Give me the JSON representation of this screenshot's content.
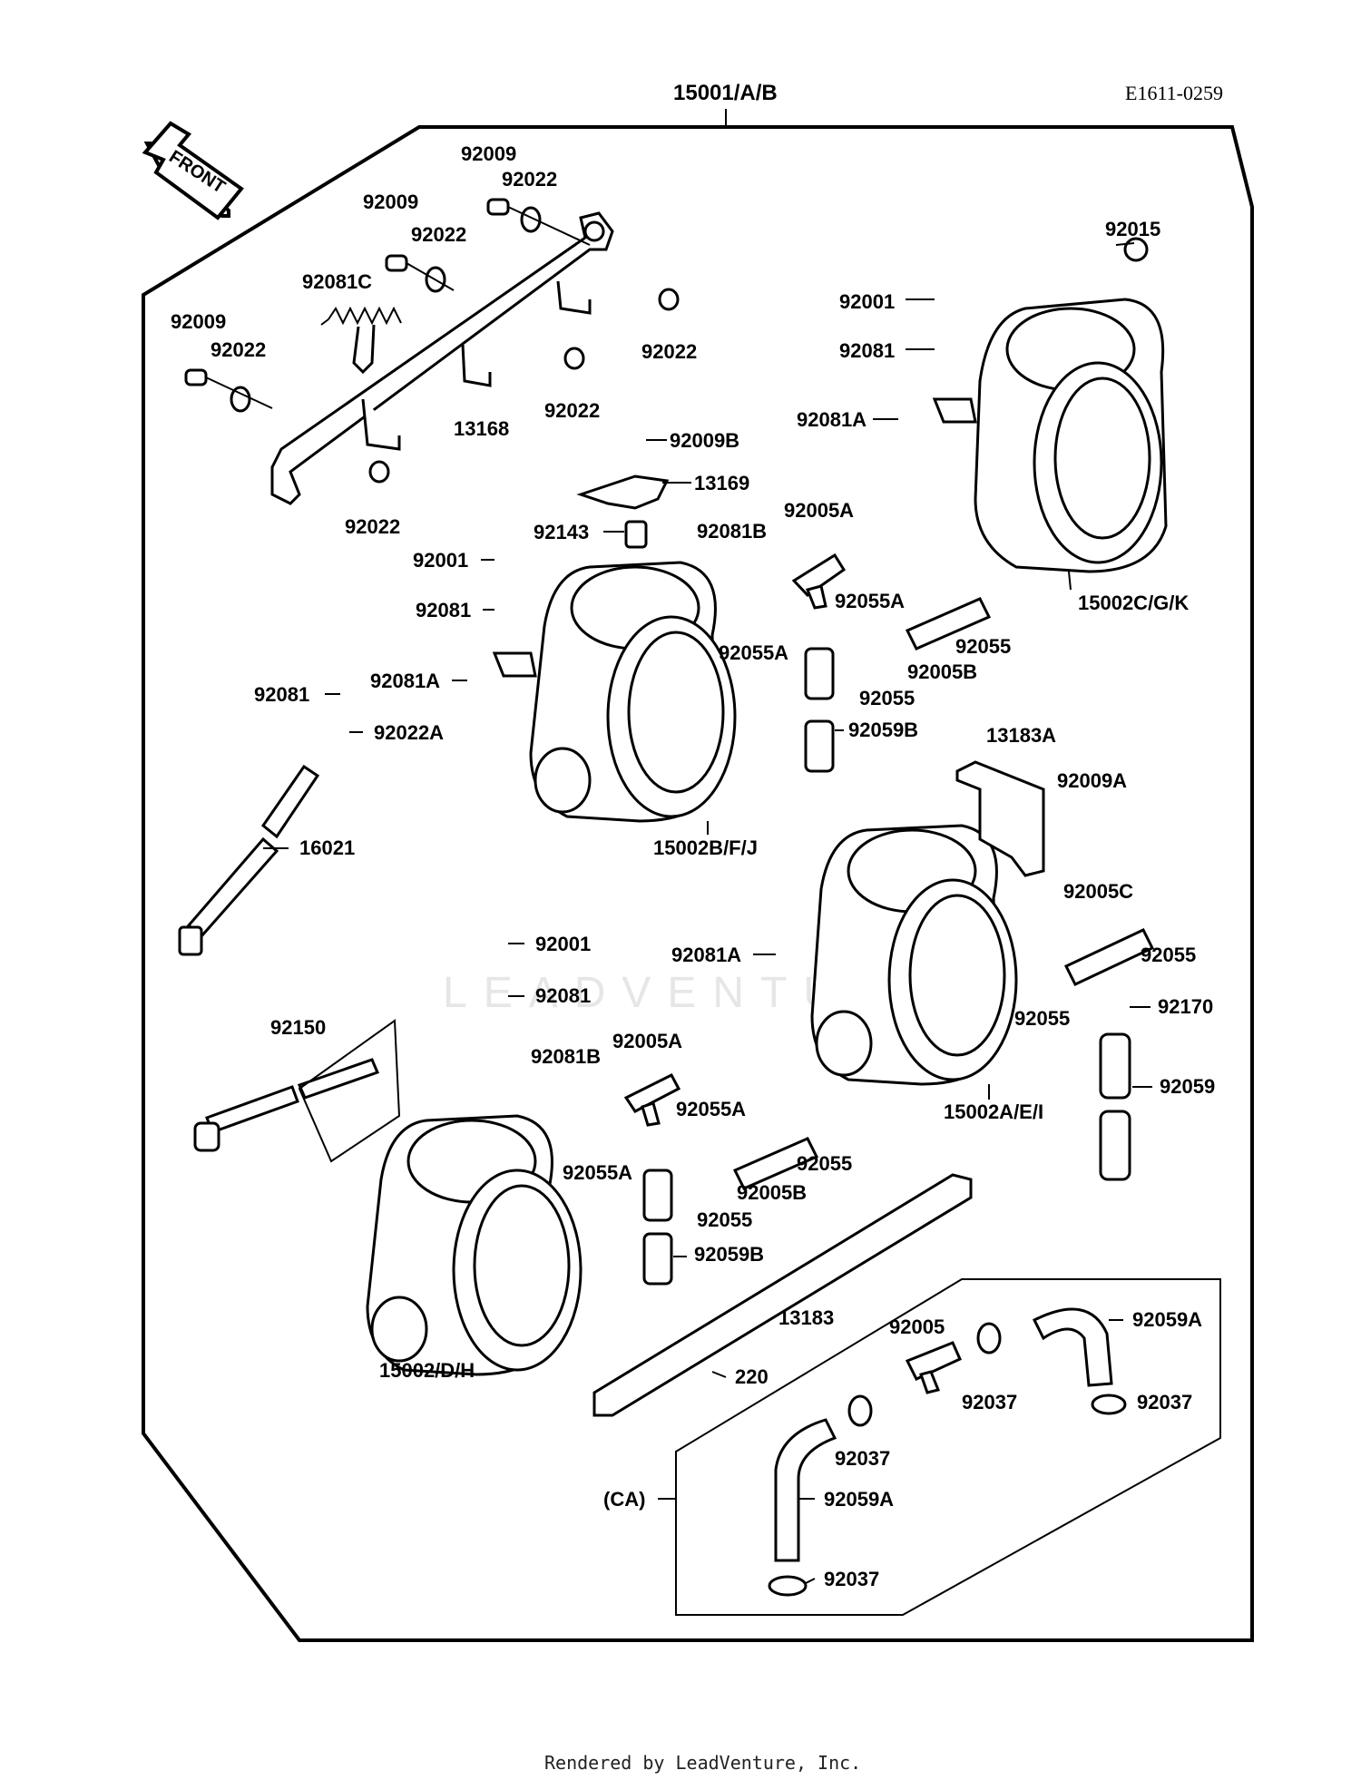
{
  "header": {
    "assembly_number": "15001/A/B",
    "reference_code": "E1611-0259"
  },
  "front_arrow": "FRONT",
  "watermark": "LEADVENTURE",
  "footer": "Rendered by LeadVenture, Inc.",
  "part_numbers": {
    "p92009_a": "92009",
    "p92022_a": "92022",
    "p92009_b": "92009",
    "p92022_b": "92022",
    "p92081C": "92081C",
    "p92009_c": "92009",
    "p92022_c": "92022",
    "p92022_d": "92022",
    "p92022_e": "92022",
    "p13168": "13168",
    "p92022_f": "92022",
    "p92015": "92015",
    "p92001_a": "92001",
    "p92081_a": "92081",
    "p92081A_a": "92081A",
    "p92009B": "92009B",
    "p13169": "13169",
    "p92143": "92143",
    "p92081B_a": "92081B",
    "p92005A_a": "92005A",
    "p92001_b": "92001",
    "p92055A_a": "92055A",
    "p15002CGK": "15002C/G/K",
    "p92081_b": "92081",
    "p92055A_b": "92055A",
    "p92055_a": "92055",
    "p92081_c": "92081",
    "p92081A_b": "92081A",
    "p92005B_a": "92005B",
    "p92055_b": "92055",
    "p92022A": "92022A",
    "p92059B_a": "92059B",
    "p13183A": "13183A",
    "p92009A": "92009A",
    "p16021": "16021",
    "p15002BFJ": "15002B/F/J",
    "p92005C": "92005C",
    "p92001_c": "92001",
    "p92081A_c": "92081A",
    "p92055_c": "92055",
    "p92081_d": "92081",
    "p92170": "92170",
    "p92055_d": "92055",
    "p92150": "92150",
    "p92005A_b": "92005A",
    "p92081B_b": "92081B",
    "p92055A_c": "92055A",
    "p92059": "92059",
    "p15002AEI": "15002A/E/I",
    "p92055A_d": "92055A",
    "p92055_e": "92055",
    "p92005B_b": "92005B",
    "p92055_f": "92055",
    "p92059B_b": "92059B",
    "p13183": "13183",
    "p92005": "92005",
    "p92059A_a": "92059A",
    "p15002DH": "15002/D/H",
    "p220": "220",
    "p92037_a": "92037",
    "p92037_b": "92037",
    "p92037_c": "92037",
    "p92059A_b": "92059A",
    "pCA": "(CA)",
    "p92037_d": "92037"
  }
}
